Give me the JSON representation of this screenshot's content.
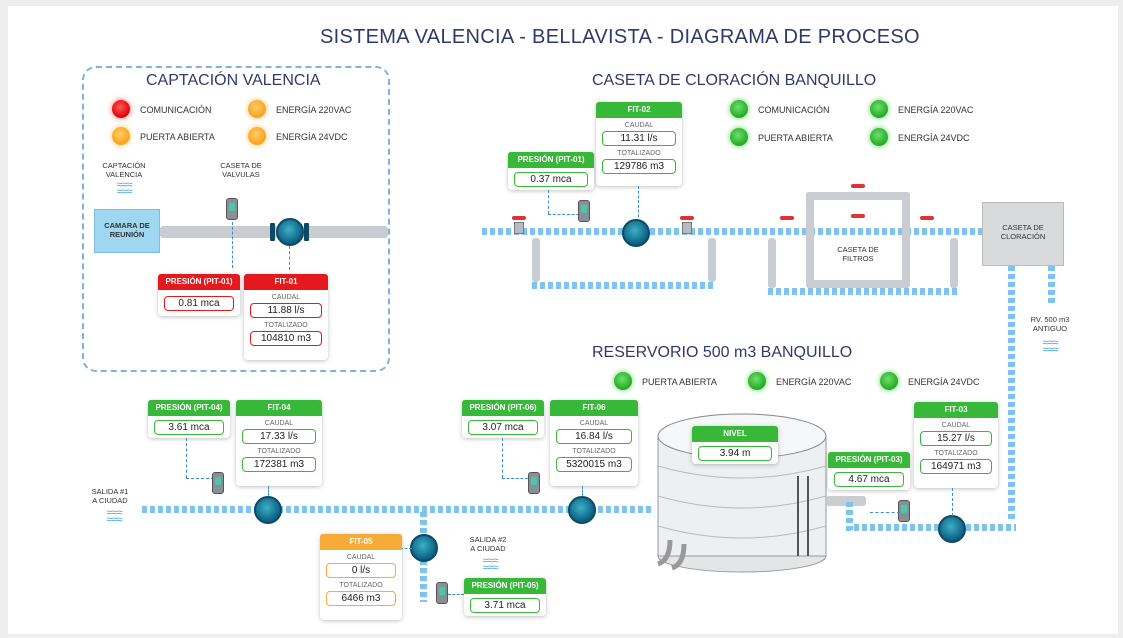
{
  "title": "SISTEMA VALENCIA - BELLAVISTA - DIAGRAMA DE PROCESO",
  "captacion": {
    "title": "CAPTACIÓN VALENCIA",
    "status": [
      {
        "label": "COMUNICACIÓN",
        "color": "#e00000"
      },
      {
        "label": "ENERGÍA 220VAC",
        "color": "#f7a21b"
      },
      {
        "label": "PUERTA ABIERTA",
        "color": "#f7a21b"
      },
      {
        "label": "ENERGÍA 24VDC",
        "color": "#f7a21b"
      }
    ],
    "source_label": "CAPTACIÓN\nVALENCIA",
    "caseta_label": "CASETA DE\nVALVULAS",
    "camara_label": "CAMARA DE\nREUNIÓN",
    "pit01": {
      "header": "PRESIÓN (PIT-01)",
      "value": "0.81 mca"
    },
    "fit01": {
      "header": "FIT-01",
      "caudal_label": "CAUDAL",
      "caudal": "11.88 l/s",
      "totalizado_label": "TOTALIZADO",
      "totalizado": "104810 m3"
    }
  },
  "cloracion": {
    "title": "CASETA DE CLORACIÓN BANQUILLO",
    "status": [
      {
        "label": "COMUNICACIÓN",
        "color": "#22aa22"
      },
      {
        "label": "ENERGÍA 220VAC",
        "color": "#22aa22"
      },
      {
        "label": "PUERTA ABIERTA",
        "color": "#22aa22"
      },
      {
        "label": "ENERGÍA 24VDC",
        "color": "#22aa22"
      }
    ],
    "pit01": {
      "header": "PRESIÓN (PIT-01)",
      "value": "0.37 mca"
    },
    "fit02": {
      "header": "FIT-02",
      "caudal_label": "CAUDAL",
      "caudal": "11.31 l/s",
      "totalizado_label": "TOTALIZADO",
      "totalizado": "129786 m3"
    },
    "filtros_label": "CASETA DE\nFILTROS",
    "caseta_label": "CASETA DE\nCLORACIÓN",
    "rv_label": "RV. 500 m3\nANTIGUO"
  },
  "reservorio": {
    "title": "RESERVORIO 500 m3 BANQUILLO",
    "status": [
      {
        "label": "PUERTA ABIERTA",
        "color": "#22aa22"
      },
      {
        "label": "ENERGÍA 220VAC",
        "color": "#22aa22"
      },
      {
        "label": "ENERGÍA 24VDC",
        "color": "#22aa22"
      }
    ],
    "nivel": {
      "header": "NIVEL",
      "value": "3.94 m"
    },
    "pit03": {
      "header": "PRESIÓN (PIT-03)",
      "value": "4.67 mca"
    },
    "fit03": {
      "header": "FIT-03",
      "caudal_label": "CAUDAL",
      "caudal": "15.27 l/s",
      "totalizado_label": "TOTALIZADO",
      "totalizado": "164971 m3"
    }
  },
  "salidas": {
    "salida1_label": "SALIDA #1\nA CIUDAD",
    "salida2_label": "SALIDA #2\nA CIUDAD",
    "pit04": {
      "header": "PRESIÓN (PIT-04)",
      "value": "3.61 mca"
    },
    "fit04": {
      "header": "FIT-04",
      "caudal_label": "CAUDAL",
      "caudal": "17.33 l/s",
      "totalizado_label": "TOTALIZADO",
      "totalizado": "172381 m3"
    },
    "pit06": {
      "header": "PRESIÓN (PIT-06)",
      "value": "3.07 mca"
    },
    "fit06": {
      "header": "FIT-06",
      "caudal_label": "CAUDAL",
      "caudal": "16.84 l/s",
      "totalizado_label": "TOTALIZADO",
      "totalizado": "5320015 m3"
    },
    "fit05": {
      "header": "FIT-05",
      "caudal_label": "CAUDAL",
      "caudal": "0 l/s",
      "totalizado_label": "TOTALIZADO",
      "totalizado": "6466 m3"
    },
    "pit05": {
      "header": "PRESIÓN (PIT-05)",
      "value": "3.71 mca"
    }
  }
}
